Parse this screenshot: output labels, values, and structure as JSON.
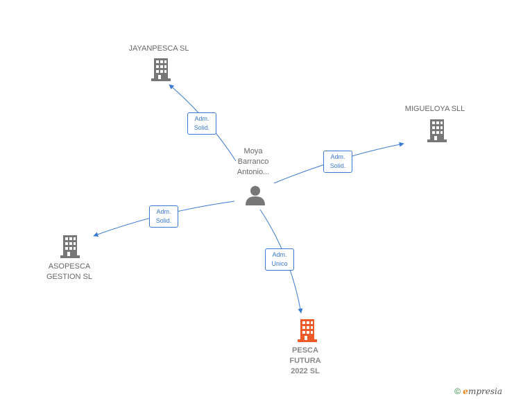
{
  "colors": {
    "edge": "#3a7ad0",
    "company": "#777777",
    "focus_company": "#f05a28",
    "person": "#777777"
  },
  "nodes": {
    "person": {
      "label_lines": [
        "Moya",
        "Barranco",
        "Antonio..."
      ],
      "icon": "person-icon"
    },
    "jayanpesca": {
      "label": "JAYANPESCA SL",
      "icon": "building-icon"
    },
    "migueloya": {
      "label": "MIGUELOYA SLL",
      "icon": "building-icon"
    },
    "asopesca": {
      "label_lines": [
        "ASOPESCA",
        "GESTION  SL"
      ],
      "icon": "building-icon"
    },
    "pesca_futura": {
      "label_lines": [
        "PESCA",
        "FUTURA",
        "2022  SL"
      ],
      "icon": "building-icon"
    }
  },
  "relations": {
    "jayanpesca": [
      "Adm.",
      "Solid."
    ],
    "migueloya": [
      "Adm.",
      "Solid."
    ],
    "asopesca": [
      "Adm.",
      "Solid."
    ],
    "pesca_futura": [
      "Adm.",
      "Unico"
    ]
  },
  "footer": {
    "copyright": "©",
    "brand_initial": "e",
    "brand_rest": "mpresia"
  }
}
